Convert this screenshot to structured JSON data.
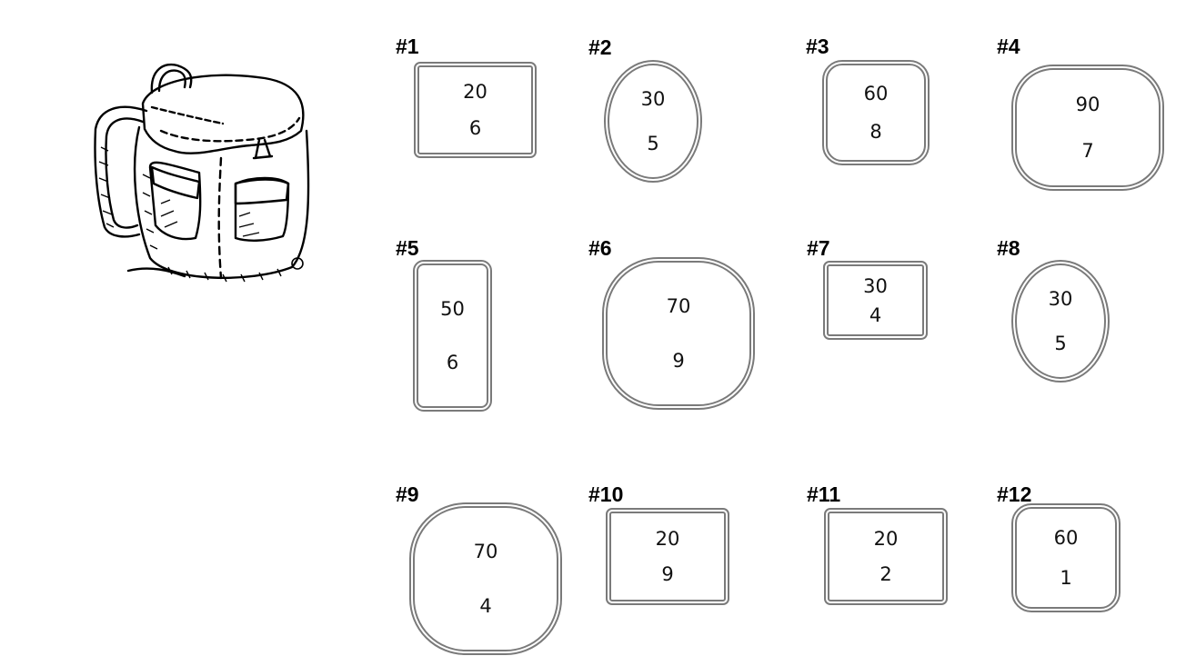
{
  "items": [
    {
      "label": "#1",
      "value": "20",
      "weight": "6"
    },
    {
      "label": "#2",
      "value": "30",
      "weight": "5"
    },
    {
      "label": "#3",
      "value": "60",
      "weight": "8"
    },
    {
      "label": "#4",
      "value": "90",
      "weight": "7"
    },
    {
      "label": "#5",
      "value": "50",
      "weight": "6"
    },
    {
      "label": "#6",
      "value": "70",
      "weight": "9"
    },
    {
      "label": "#7",
      "value": "30",
      "weight": "4"
    },
    {
      "label": "#8",
      "value": "30",
      "weight": "5"
    },
    {
      "label": "#9",
      "value": "70",
      "weight": "4"
    },
    {
      "label": "#10",
      "value": "20",
      "weight": "9"
    },
    {
      "label": "#11",
      "value": "20",
      "weight": "2"
    },
    {
      "label": "#12",
      "value": "60",
      "weight": "1"
    }
  ],
  "colors": {
    "outline": "#7a7a7a",
    "ink": "#000000"
  },
  "icons": {
    "backpack": "backpack-icon"
  }
}
